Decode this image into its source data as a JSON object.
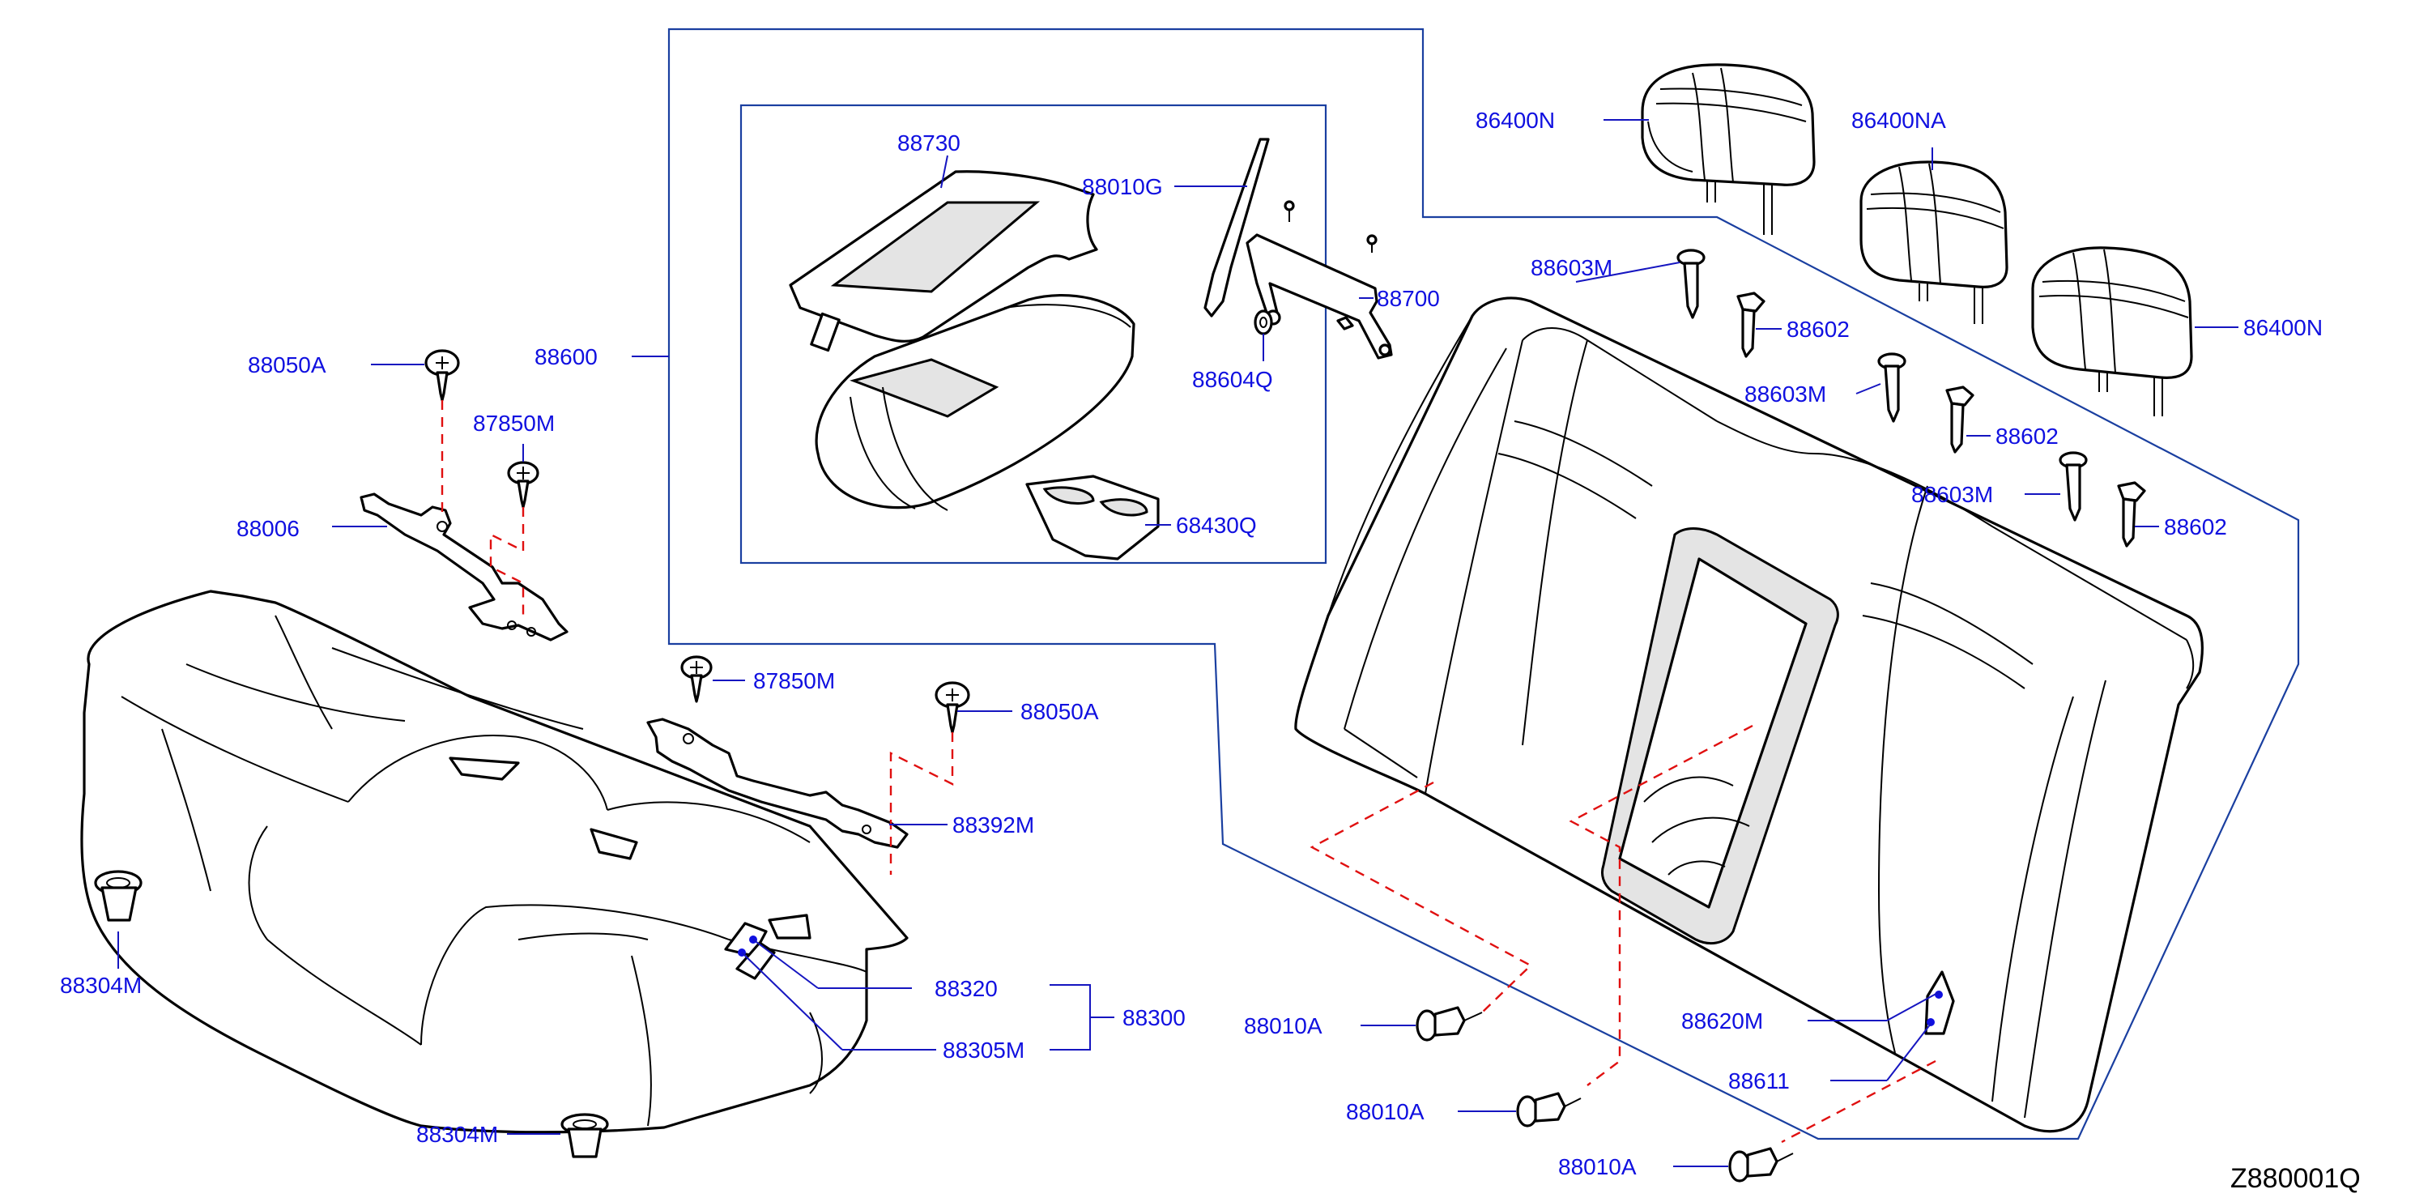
{
  "diagram": {
    "code": "Z880001Q",
    "labels": [
      {
        "id": "l-86400N-a",
        "text": "86400N"
      },
      {
        "id": "l-86400NA",
        "text": "86400NA"
      },
      {
        "id": "l-86400N-b",
        "text": "86400N"
      },
      {
        "id": "l-88730",
        "text": "88730"
      },
      {
        "id": "l-88010G",
        "text": "88010G"
      },
      {
        "id": "l-88700",
        "text": "88700"
      },
      {
        "id": "l-88604Q",
        "text": "88604Q"
      },
      {
        "id": "l-68430Q",
        "text": "68430Q"
      },
      {
        "id": "l-88600",
        "text": "88600"
      },
      {
        "id": "l-88050A-a",
        "text": "88050A"
      },
      {
        "id": "l-87850M-a",
        "text": "87850M"
      },
      {
        "id": "l-88006",
        "text": "88006"
      },
      {
        "id": "l-87850M-b",
        "text": "87850M"
      },
      {
        "id": "l-88050A-b",
        "text": "88050A"
      },
      {
        "id": "l-88392M",
        "text": "88392M"
      },
      {
        "id": "l-88320",
        "text": "88320"
      },
      {
        "id": "l-88300",
        "text": "88300"
      },
      {
        "id": "l-88305M",
        "text": "88305M"
      },
      {
        "id": "l-88304M-a",
        "text": "88304M"
      },
      {
        "id": "l-88304M-b",
        "text": "88304M"
      },
      {
        "id": "l-88603M-a",
        "text": "88603M"
      },
      {
        "id": "l-88602-a",
        "text": "88602"
      },
      {
        "id": "l-88603M-b",
        "text": "88603M"
      },
      {
        "id": "l-88602-b",
        "text": "88602"
      },
      {
        "id": "l-88603M-c",
        "text": "88603M"
      },
      {
        "id": "l-88602-c",
        "text": "88602"
      },
      {
        "id": "l-88010A-a",
        "text": "88010A"
      },
      {
        "id": "l-88010A-b",
        "text": "88010A"
      },
      {
        "id": "l-88010A-c",
        "text": "88010A"
      },
      {
        "id": "l-88620M",
        "text": "88620M"
      },
      {
        "id": "l-88611",
        "text": "88611"
      }
    ]
  }
}
